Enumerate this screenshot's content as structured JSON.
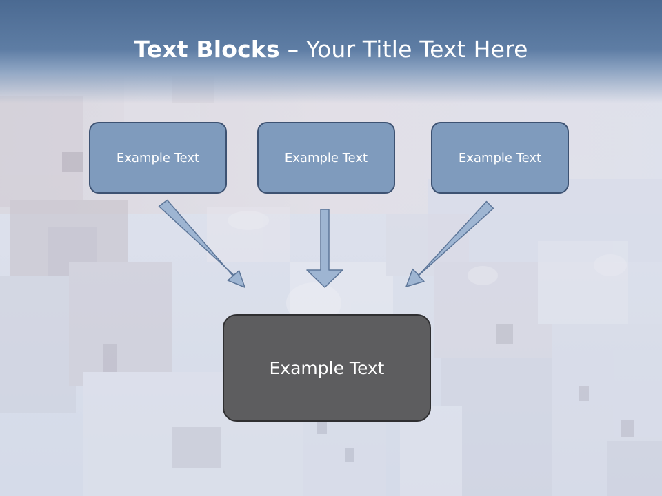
{
  "slide": {
    "title_bold": "Text Blocks",
    "title_dash": " – ",
    "title_rest": "Your Title Text Here"
  },
  "boxes": {
    "top": [
      {
        "label": "Example Text"
      },
      {
        "label": "Example Text"
      },
      {
        "label": "Example Text"
      }
    ],
    "bottom": {
      "label": "Example Text"
    }
  },
  "colors": {
    "title_band": "#4b6a92",
    "box_fill": "#7f9bbd",
    "box_border": "#3d5272",
    "main_box_fill": "#5d5d5f",
    "arrow_fill": "#9eb5d2",
    "arrow_stroke": "#5d7699"
  }
}
